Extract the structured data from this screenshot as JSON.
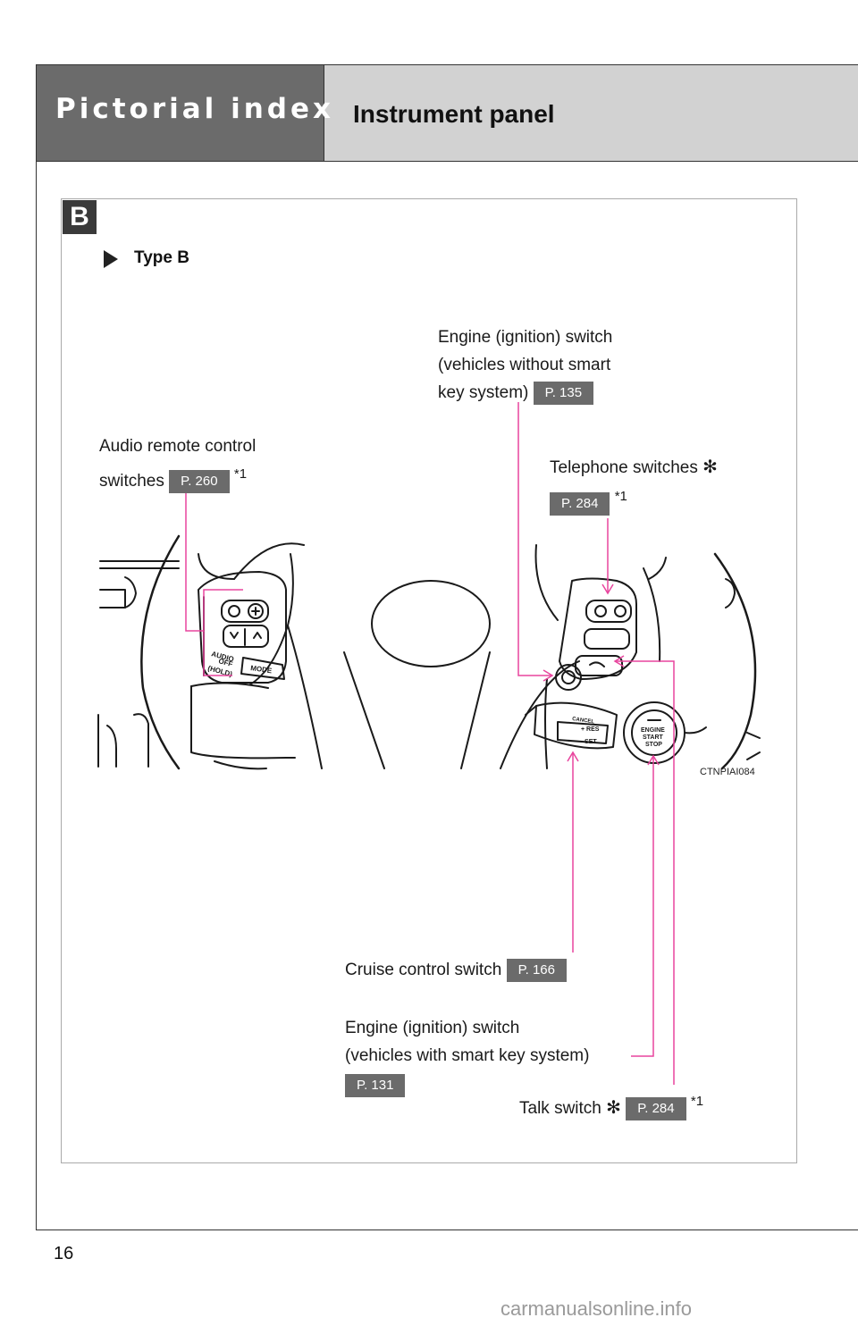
{
  "header": {
    "section_title": "Pictorial index",
    "page_subtitle": "Instrument panel"
  },
  "panel": {
    "badge": "B",
    "type_label": "Type B"
  },
  "callouts": {
    "engine_switch_no_smart": {
      "line1": "Engine (ignition) switch",
      "line2": "(vehicles without smart",
      "line3": "key system)",
      "page": "P. 135"
    },
    "audio_remote": {
      "line1": "Audio remote control",
      "line2": "switches",
      "page": "P. 260",
      "footnote": "*1"
    },
    "telephone": {
      "line1": "Telephone switches",
      "page": "P. 284",
      "footnote": "*1"
    },
    "cruise": {
      "line1": "Cruise control switch",
      "page": "P. 166"
    },
    "engine_switch_smart": {
      "line1": "Engine (ignition) switch",
      "line2": "(vehicles with smart key system)",
      "page": "P. 131"
    },
    "talk": {
      "line1": "Talk switch",
      "page": "P. 284",
      "footnote": "*1"
    }
  },
  "illustration": {
    "code": "CTNPIAI084",
    "button_labels": {
      "audio": "AUDIO",
      "off": "OFF",
      "hold": "(HOLD)",
      "mode": "MODE",
      "res": "+ RES",
      "set": "− SET",
      "cancel": "CANCEL",
      "engine": "ENGINE",
      "start": "START",
      "stop": "STOP"
    }
  },
  "footer": {
    "page_number": "16",
    "watermark": "carmanualsonline.info"
  },
  "colors": {
    "leader_line": "#e8459e",
    "header_dark": "#6b6b6b",
    "header_light": "#d2d2d2",
    "page_tag": "#6b6b6b"
  }
}
